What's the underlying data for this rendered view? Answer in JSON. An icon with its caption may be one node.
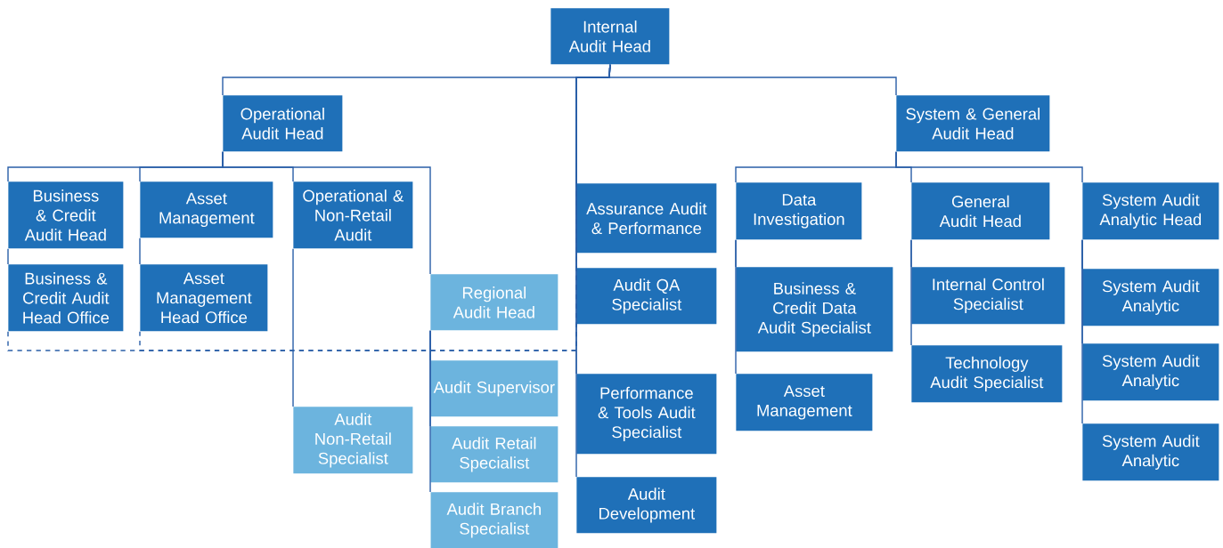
{
  "diagram": {
    "nodes": [
      {
        "text": [
          "Internal Audit Head"
        ]
      },
      {
        "text": [
          "Operational Audit Head"
        ]
      },
      {
        "text": [
          "System & General Audit Head"
        ]
      },
      {
        "text": [
          "Business & Credit Audit Head"
        ]
      },
      {
        "text": [
          "Business & Credit Audit Head Office"
        ]
      },
      {
        "text": [
          "Asset Management"
        ]
      },
      {
        "text": [
          "Asset Management Head Office"
        ]
      },
      {
        "text": [
          "Operational & Non-Retail Audit"
        ]
      },
      {
        "text": [
          "Audit Non-Retail Specialist"
        ]
      },
      {
        "text": [
          "Regional Audit Head"
        ]
      },
      {
        "text": [
          "Audit Supervisor"
        ]
      },
      {
        "text": [
          "Audit Retail Specialist"
        ]
      },
      {
        "text": [
          "Audit Branch Specialist"
        ]
      },
      {
        "text": [
          "Assurance Audit & Performance"
        ]
      },
      {
        "text": [
          "Audit QA Specialist"
        ]
      },
      {
        "text": [
          "Performance & Tools Audit Specialist"
        ]
      },
      {
        "text": [
          "Audit Development"
        ]
      },
      {
        "text": [
          "Data Investigation"
        ]
      },
      {
        "text": [
          "Business & Credit Data Audit Specialist"
        ]
      },
      {
        "text": [
          "Asset Management"
        ]
      },
      {
        "text": [
          "General Audit Head"
        ]
      },
      {
        "text": [
          "Internal Control Specialist"
        ]
      },
      {
        "text": [
          "Technology Audit Specialist"
        ]
      },
      {
        "text": [
          "System Audit Analytic Head"
        ]
      },
      {
        "text": [
          "System Audit Analytic"
        ]
      },
      {
        "text": [
          "System Audit Analytic"
        ]
      },
      {
        "text": [
          "System Audit Analytic"
        ]
      }
    ],
    "edges": [
      {
        "from": 0,
        "to": 1,
        "arrow": "none"
      },
      {
        "from": 0,
        "to": 2,
        "arrow": "none"
      },
      {
        "from": 0,
        "to": 13,
        "arrow": "none"
      },
      {
        "from": 0,
        "to": 14,
        "arrow": "none"
      },
      {
        "from": 0,
        "to": 15,
        "arrow": "none"
      },
      {
        "from": 0,
        "to": 16,
        "arrow": "none"
      },
      {
        "from": 1,
        "to": 3,
        "arrow": "none"
      },
      {
        "from": 1,
        "to": 5,
        "arrow": "none"
      },
      {
        "from": 1,
        "to": 7,
        "arrow": "none"
      },
      {
        "from": 1,
        "to": 9,
        "arrow": "none"
      },
      {
        "from": 3,
        "to": 4,
        "arrow": "none"
      },
      {
        "from": 5,
        "to": 6,
        "arrow": "none"
      },
      {
        "from": 7,
        "to": 8,
        "arrow": "none"
      },
      {
        "from": 9,
        "to": 10,
        "arrow": "none"
      },
      {
        "from": 9,
        "to": 11,
        "arrow": "none"
      },
      {
        "from": 9,
        "to": 12,
        "arrow": "none"
      },
      {
        "from": 2,
        "to": 17,
        "arrow": "none"
      },
      {
        "from": 2,
        "to": 20,
        "arrow": "none"
      },
      {
        "from": 2,
        "to": 23,
        "arrow": "none"
      },
      {
        "from": 17,
        "to": 18,
        "arrow": "none"
      },
      {
        "from": 17,
        "to": 19,
        "arrow": "none"
      },
      {
        "from": 20,
        "to": 21,
        "arrow": "none"
      },
      {
        "from": 20,
        "to": 22,
        "arrow": "none"
      },
      {
        "from": 23,
        "to": 24,
        "arrow": "none"
      },
      {
        "from": 23,
        "to": 25,
        "arrow": "none"
      },
      {
        "from": 23,
        "to": 26,
        "arrow": "none"
      },
      {
        "from": 0,
        "to": 4,
        "arrow": "none",
        "style": "dashed"
      },
      {
        "from": 0,
        "to": 6,
        "arrow": "none",
        "style": "dashed"
      }
    ]
  }
}
